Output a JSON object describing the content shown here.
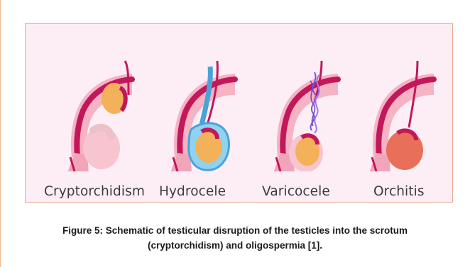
{
  "panel": {
    "labels": [
      "Cryptorchidism",
      "Hydrocele",
      "Varicocele",
      "Orchitis"
    ]
  },
  "caption": {
    "line1": "Figure 5: Schematic of testicular disruption of the testicles into the scrotum",
    "line2": "(cryptorchidism) and oligospermia [1]."
  },
  "colors": {
    "panel_bg": "#fdeef6",
    "border": "#e9a98e",
    "skin": "#f0a6b8",
    "skin_dark": "#d94f7e",
    "duct": "#c2185b",
    "testis": "#f3b15a",
    "hydro_fluid": "#8fd3f0",
    "varicose": "#7b55d6",
    "inflamed": "#e8705a"
  },
  "icons": [
    "cryptorchidism-diagram",
    "hydrocele-diagram",
    "varicocele-diagram",
    "orchitis-diagram"
  ]
}
